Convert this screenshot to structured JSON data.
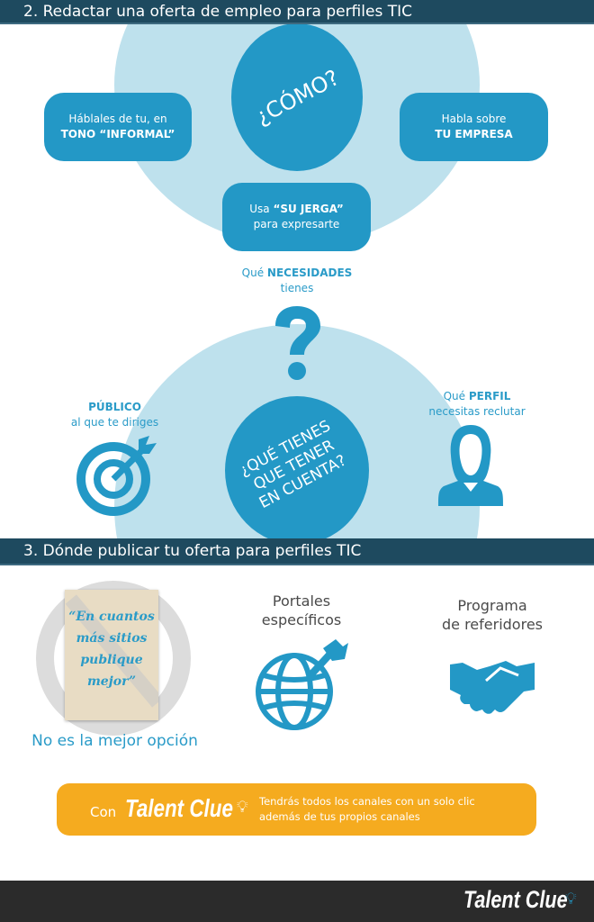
{
  "section2": {
    "title": "2. Redactar una oferta de empleo para perfiles TIC",
    "center": "¿CÓMO?",
    "left": {
      "line1": "Háblales de tu, en",
      "line2": "TONO “INFORMAL”"
    },
    "right": {
      "line1": "Habla sobre",
      "line2": "TU EMPRESA"
    },
    "bottom": {
      "pre": "Usa ",
      "bold": "“SU JERGA”",
      "line2": "para expresarte"
    }
  },
  "consider": {
    "needs": {
      "pre": "Qué ",
      "bold": "NECESIDADES",
      "line2": "tienes"
    },
    "public": {
      "bold": "PÚBLICO",
      "line2": "al que te diriges"
    },
    "profile": {
      "pre": "Qué ",
      "bold": "PERFIL",
      "line2": "necesitas reclutar"
    },
    "center": [
      "¿QUÉ TIENES",
      "QUE TENER",
      "EN CUENTA?"
    ]
  },
  "section3": {
    "title": "3. Dónde publicar tu oferta para perfiles TIC",
    "poster_quote": [
      "“En cuantos",
      "más sitios",
      "publique",
      "mejor”"
    ],
    "poster_caption": "No es la mejor opción",
    "portals": [
      "Portales",
      "específicos"
    ],
    "referrals": [
      "Programa",
      "de referidores"
    ]
  },
  "banner": {
    "con": "Con",
    "logo": "Talent Clue",
    "line1": "Tendrás todos los canales con un solo clic",
    "line2": "además de  tus propios canales"
  },
  "footer": {
    "logo": "Talent Clue"
  },
  "colors": {
    "header": "#1e4a5f",
    "blue": "#2398c6",
    "light_blue": "#bee1ed",
    "orange": "#f5ab1f",
    "footer": "#2b2b2b"
  }
}
